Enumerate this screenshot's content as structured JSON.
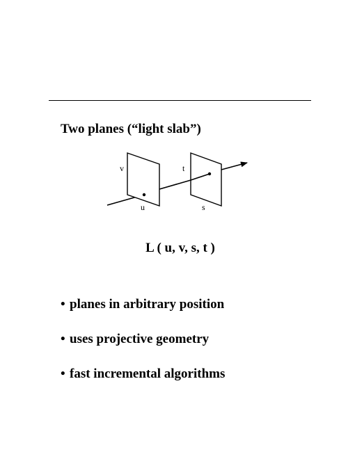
{
  "heading": "Two planes  (“light slab”)",
  "diagram": {
    "labels": {
      "v": "v",
      "u": "u",
      "t": "t",
      "s": "s"
    }
  },
  "formula": "L ( u, v, s, t )",
  "bullets": [
    "planes in arbitrary position",
    "uses projective geometry",
    "fast incremental algorithms"
  ],
  "bullet_glyph": "•"
}
